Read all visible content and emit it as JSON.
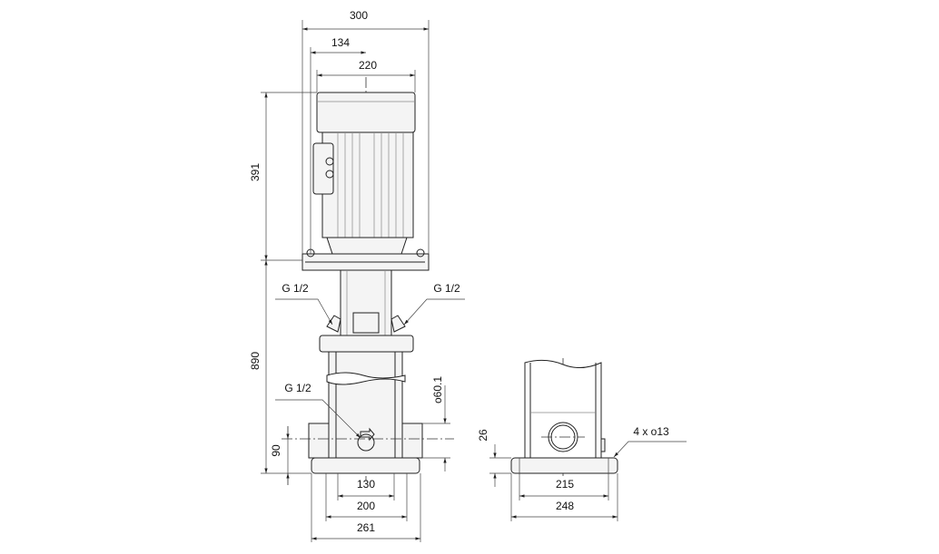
{
  "front_view": {
    "dim_overall_width": "300",
    "dim_offset": "134",
    "dim_motor_width": "220",
    "dim_motor_height": "391",
    "dim_pump_height": "890",
    "dim_inlet_height": "90",
    "dim_pipe_diameter": "o60.1",
    "dim_base_inner": "130",
    "dim_base_mid": "200",
    "dim_base_outer": "261",
    "label_port_left": "G 1/2",
    "label_port_right": "G 1/2",
    "label_drain": "G 1/2"
  },
  "side_view": {
    "dim_base_height": "26",
    "dim_hole_spacing": "215",
    "dim_base_width": "248",
    "label_holes": "4 x o13"
  }
}
